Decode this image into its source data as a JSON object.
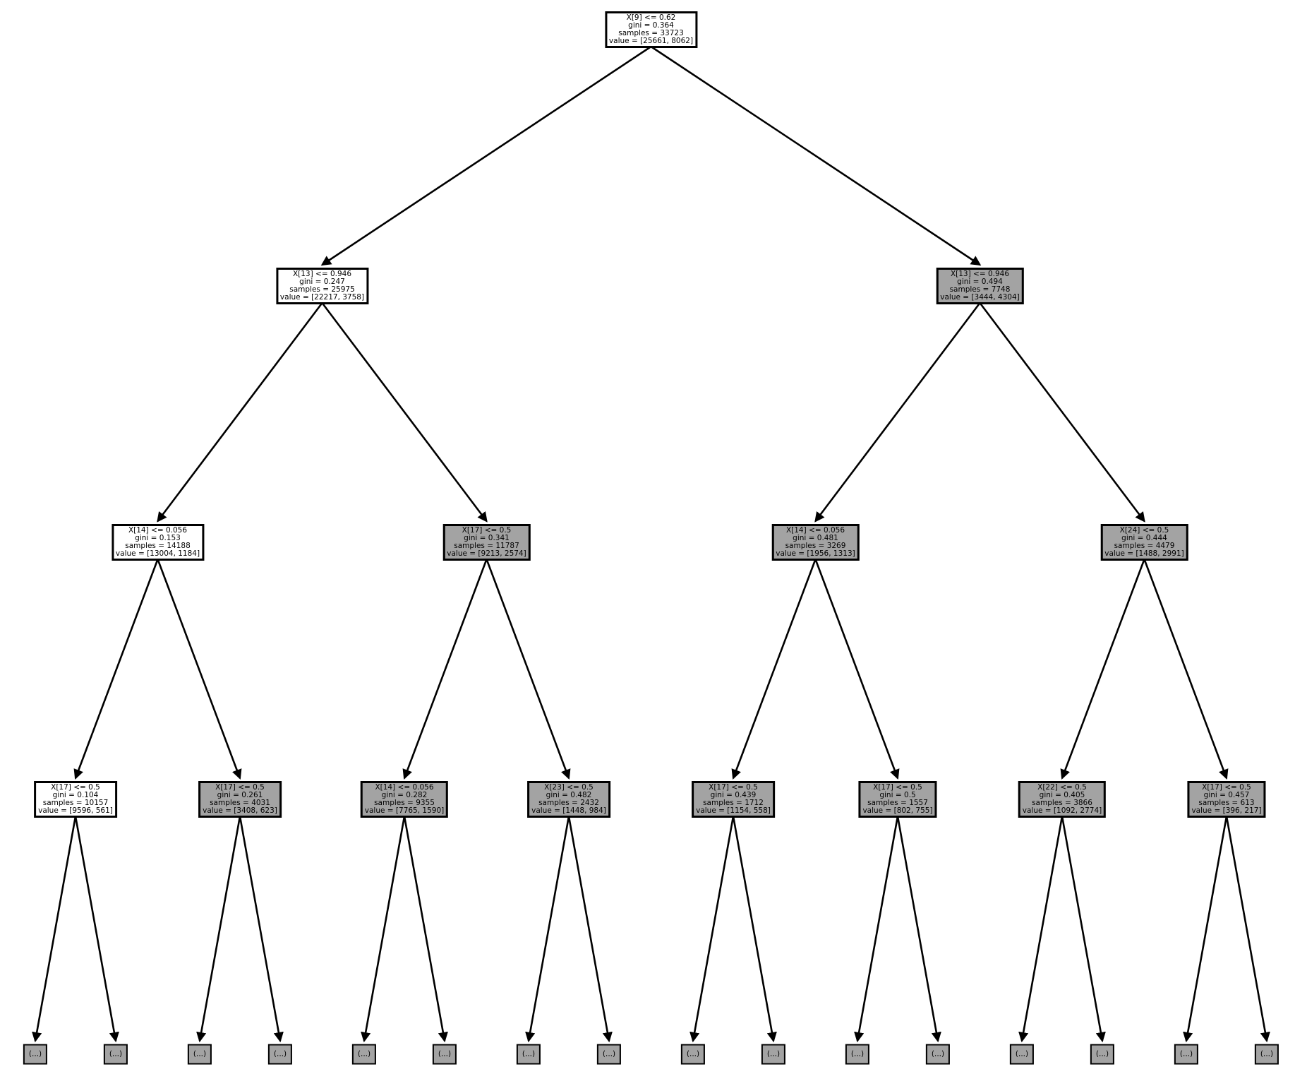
{
  "figure": {
    "background": "#ffffff",
    "node_border_color": "#000000",
    "node_fill_white": "#ffffff",
    "node_fill_gray": "#a3a3a3",
    "arrow_color": "#000000",
    "text_color": "#000000",
    "truncated_label": "(...)"
  },
  "tree": {
    "lines": [
      "X[9] <= 0.62",
      "gini = 0.364",
      "samples = 33723",
      "value = [25661, 8062]"
    ],
    "fill": "white",
    "children": [
      {
        "lines": [
          "X[13] <= 0.946",
          "gini = 0.247",
          "samples = 25975",
          "value = [22217, 3758]"
        ],
        "fill": "white",
        "children": [
          {
            "lines": [
              "X[14] <= 0.056",
              "gini = 0.153",
              "samples = 14188",
              "value = [13004, 1184]"
            ],
            "fill": "white",
            "children": [
              {
                "lines": [
                  "X[17] <= 0.5",
                  "gini = 0.104",
                  "samples = 10157",
                  "value = [9596, 561]"
                ],
                "fill": "white",
                "children": [
                  {
                    "lines": [
                      "(...)"
                    ],
                    "fill": "gray",
                    "truncated": true
                  },
                  {
                    "lines": [
                      "(...)"
                    ],
                    "fill": "gray",
                    "truncated": true
                  }
                ]
              },
              {
                "lines": [
                  "X[17] <= 0.5",
                  "gini = 0.261",
                  "samples = 4031",
                  "value = [3408, 623]"
                ],
                "fill": "gray",
                "children": [
                  {
                    "lines": [
                      "(...)"
                    ],
                    "fill": "gray",
                    "truncated": true
                  },
                  {
                    "lines": [
                      "(...)"
                    ],
                    "fill": "gray",
                    "truncated": true
                  }
                ]
              }
            ]
          },
          {
            "lines": [
              "X[17] <= 0.5",
              "gini = 0.341",
              "samples = 11787",
              "value = [9213, 2574]"
            ],
            "fill": "gray",
            "children": [
              {
                "lines": [
                  "X[14] <= 0.056",
                  "gini = 0.282",
                  "samples = 9355",
                  "value = [7765, 1590]"
                ],
                "fill": "gray",
                "children": [
                  {
                    "lines": [
                      "(...)"
                    ],
                    "fill": "gray",
                    "truncated": true
                  },
                  {
                    "lines": [
                      "(...)"
                    ],
                    "fill": "gray",
                    "truncated": true
                  }
                ]
              },
              {
                "lines": [
                  "X[23] <= 0.5",
                  "gini = 0.482",
                  "samples = 2432",
                  "value = [1448, 984]"
                ],
                "fill": "gray",
                "children": [
                  {
                    "lines": [
                      "(...)"
                    ],
                    "fill": "gray",
                    "truncated": true
                  },
                  {
                    "lines": [
                      "(...)"
                    ],
                    "fill": "gray",
                    "truncated": true
                  }
                ]
              }
            ]
          }
        ]
      },
      {
        "lines": [
          "X[13] <= 0.946",
          "gini = 0.494",
          "samples = 7748",
          "value = [3444, 4304]"
        ],
        "fill": "gray",
        "children": [
          {
            "lines": [
              "X[14] <= 0.056",
              "gini = 0.481",
              "samples = 3269",
              "value = [1956, 1313]"
            ],
            "fill": "gray",
            "children": [
              {
                "lines": [
                  "X[17] <= 0.5",
                  "gini = 0.439",
                  "samples = 1712",
                  "value = [1154, 558]"
                ],
                "fill": "gray",
                "children": [
                  {
                    "lines": [
                      "(...)"
                    ],
                    "fill": "gray",
                    "truncated": true
                  },
                  {
                    "lines": [
                      "(...)"
                    ],
                    "fill": "gray",
                    "truncated": true
                  }
                ]
              },
              {
                "lines": [
                  "X[17] <= 0.5",
                  "gini = 0.5",
                  "samples = 1557",
                  "value = [802, 755]"
                ],
                "fill": "gray",
                "children": [
                  {
                    "lines": [
                      "(...)"
                    ],
                    "fill": "gray",
                    "truncated": true
                  },
                  {
                    "lines": [
                      "(...)"
                    ],
                    "fill": "gray",
                    "truncated": true
                  }
                ]
              }
            ]
          },
          {
            "lines": [
              "X[24] <= 0.5",
              "gini = 0.444",
              "samples = 4479",
              "value = [1488, 2991]"
            ],
            "fill": "gray",
            "children": [
              {
                "lines": [
                  "X[22] <= 0.5",
                  "gini = 0.405",
                  "samples = 3866",
                  "value = [1092, 2774]"
                ],
                "fill": "gray",
                "children": [
                  {
                    "lines": [
                      "(...)"
                    ],
                    "fill": "gray",
                    "truncated": true
                  },
                  {
                    "lines": [
                      "(...)"
                    ],
                    "fill": "gray",
                    "truncated": true
                  }
                ]
              },
              {
                "lines": [
                  "X[17] <= 0.5",
                  "gini = 0.457",
                  "samples = 613",
                  "value = [396, 217]"
                ],
                "fill": "gray",
                "children": [
                  {
                    "lines": [
                      "(...)"
                    ],
                    "fill": "gray",
                    "truncated": true
                  },
                  {
                    "lines": [
                      "(...)"
                    ],
                    "fill": "gray",
                    "truncated": true
                  }
                ]
              }
            ]
          }
        ]
      }
    ]
  }
}
